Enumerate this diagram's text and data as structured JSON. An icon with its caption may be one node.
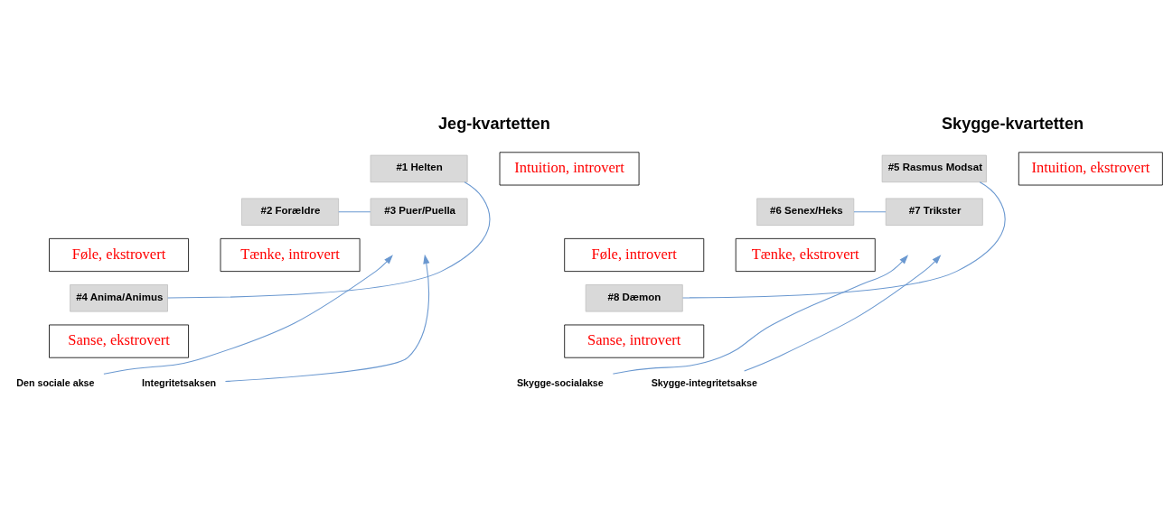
{
  "diagram": {
    "nodes": [
      {
        "text": [
          "#1 Helten"
        ]
      },
      {
        "text": [
          "Intuition, introvert"
        ]
      },
      {
        "text": [
          "#2 Forældre"
        ]
      },
      {
        "text": [
          "#3 Puer/Puella"
        ]
      },
      {
        "text": [
          "Føle, ekstrovert"
        ]
      },
      {
        "text": [
          "Tænke, introvert"
        ]
      },
      {
        "text": [
          "#4 Anima/Animus"
        ]
      },
      {
        "text": [
          "Sanse, ekstrovert"
        ]
      },
      {
        "text": [
          "Den sociale akse"
        ]
      },
      {
        "text": [
          "Integritetsaksen"
        ]
      },
      {
        "text": [
          "#5 Rasmus Modsat"
        ]
      },
      {
        "text": [
          "Intuition, ekstrovert"
        ]
      },
      {
        "text": [
          "#6 Senex/Heks"
        ]
      },
      {
        "text": [
          "#7 Trikster"
        ]
      },
      {
        "text": [
          "Føle, introvert"
        ]
      },
      {
        "text": [
          "Tænke, ekstrovert"
        ]
      },
      {
        "text": [
          "#8 Dæmon"
        ]
      },
      {
        "text": [
          "Sanse, introvert"
        ]
      },
      {
        "text": [
          "Skygge-socialakse"
        ]
      },
      {
        "text": [
          "Skygge-integritetsakse"
        ]
      }
    ],
    "edges": [
      {
        "from": 0,
        "to": 6,
        "arrow": "none"
      },
      {
        "from": 2,
        "to": 3,
        "arrow": "none"
      },
      {
        "from": 8,
        "to": null,
        "arrow": "to"
      },
      {
        "from": 9,
        "to": null,
        "arrow": "to"
      },
      {
        "from": 10,
        "to": 16,
        "arrow": "none"
      },
      {
        "from": 12,
        "to": 13,
        "arrow": "none"
      },
      {
        "from": 18,
        "to": null,
        "arrow": "to"
      },
      {
        "from": 19,
        "to": null,
        "arrow": "to"
      }
    ],
    "labels": [
      "Jeg-kvartetten",
      "Skygge-kvartetten"
    ]
  }
}
